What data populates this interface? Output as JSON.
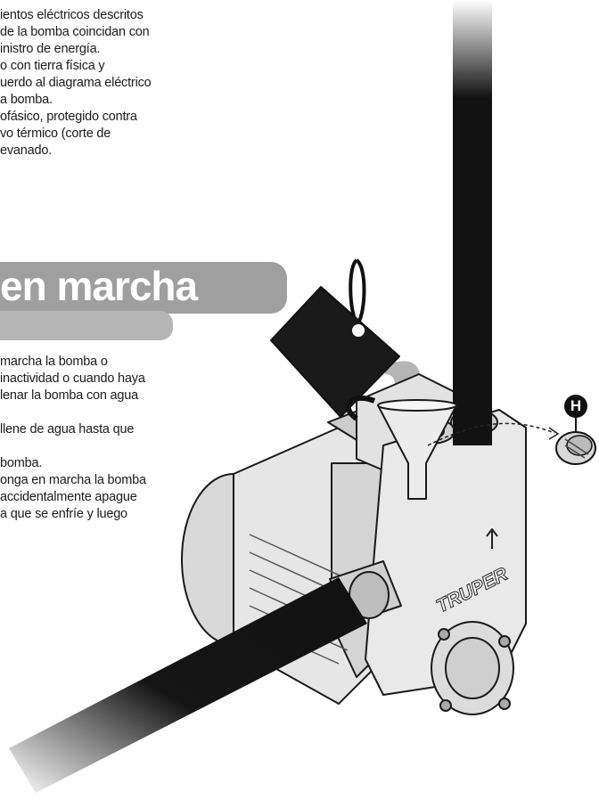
{
  "top_text": {
    "lines": [
      "ientos eléctricos descritos",
      "de la bomba coincidan con",
      "inistro de energía.",
      "o con tierra física y",
      "uerdo al diagrama eléctrico",
      "a bomba.",
      "ofásico, protegido contra",
      "vo térmico (corte de",
      "evanado."
    ]
  },
  "section": {
    "title": "en marcha"
  },
  "bottom_text": {
    "lines": [
      "marcha la bomba o",
      "inactividad o cuando haya",
      "lenar la bomba con agua",
      "",
      "llene de agua hasta que",
      "",
      "bomba.",
      "onga en marcha la bomba",
      "accidentalmente apague",
      "a que se enfríe y luego"
    ]
  },
  "illustration": {
    "callout_letter": "H",
    "brand": "TRUPER"
  }
}
